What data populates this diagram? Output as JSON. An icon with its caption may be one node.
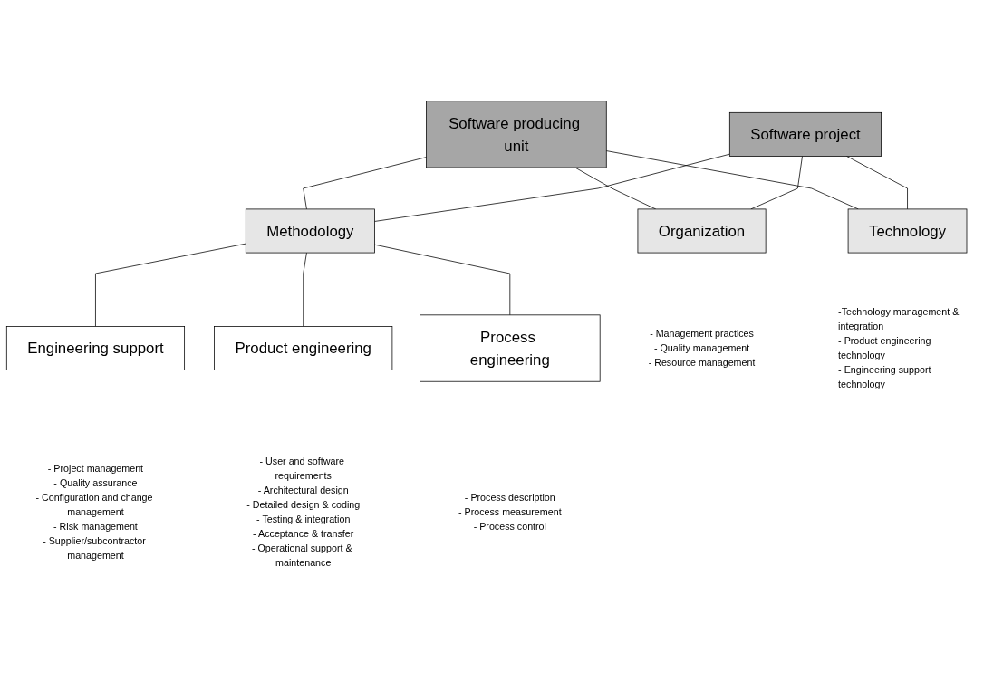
{
  "diagram": {
    "nodes": [
      {
        "text": [
          "Software producing unit"
        ]
      },
      {
        "text": [
          "Software project"
        ]
      },
      {
        "text": [
          "Organization"
        ],
        "beside": [
          "- Management practices",
          "- Quality management",
          "- Resource management"
        ]
      },
      {
        "text": [
          "Methodology"
        ]
      },
      {
        "text": [
          "Technology"
        ],
        "beside": [
          "-Technology management & integration",
          "- Product engineering technology",
          "- Engineering support technology"
        ]
      },
      {
        "text": [
          "Engineering support"
        ],
        "beside": [
          "- Project management",
          "- Quality assurance",
          "- Configuration and change management",
          "- Risk management",
          "- Supplier/subcontractor management"
        ]
      },
      {
        "text": [
          "Product engineering"
        ],
        "beside": [
          "- User and software requirements",
          "- Architectural design",
          "- Detailed design & coding",
          "- Testing & integration",
          "- Acceptance & transfer",
          "- Operational support & maintenance"
        ]
      },
      {
        "text": [
          "Process engineering"
        ],
        "beside": [
          "- Process description",
          "- Process measurement",
          "- Process control"
        ]
      }
    ],
    "edges": [
      {
        "from": 0,
        "to": 2,
        "arrow": "none"
      },
      {
        "from": 0,
        "to": 3,
        "arrow": "none"
      },
      {
        "from": 0,
        "to": 4,
        "arrow": "none"
      },
      {
        "from": 1,
        "to": 2,
        "arrow": "none"
      },
      {
        "from": 1,
        "to": 3,
        "arrow": "none"
      },
      {
        "from": 1,
        "to": 4,
        "arrow": "none"
      },
      {
        "from": 3,
        "to": 5,
        "arrow": "none"
      },
      {
        "from": 3,
        "to": 6,
        "arrow": "none"
      },
      {
        "from": 3,
        "to": 7,
        "arrow": "none"
      }
    ]
  }
}
